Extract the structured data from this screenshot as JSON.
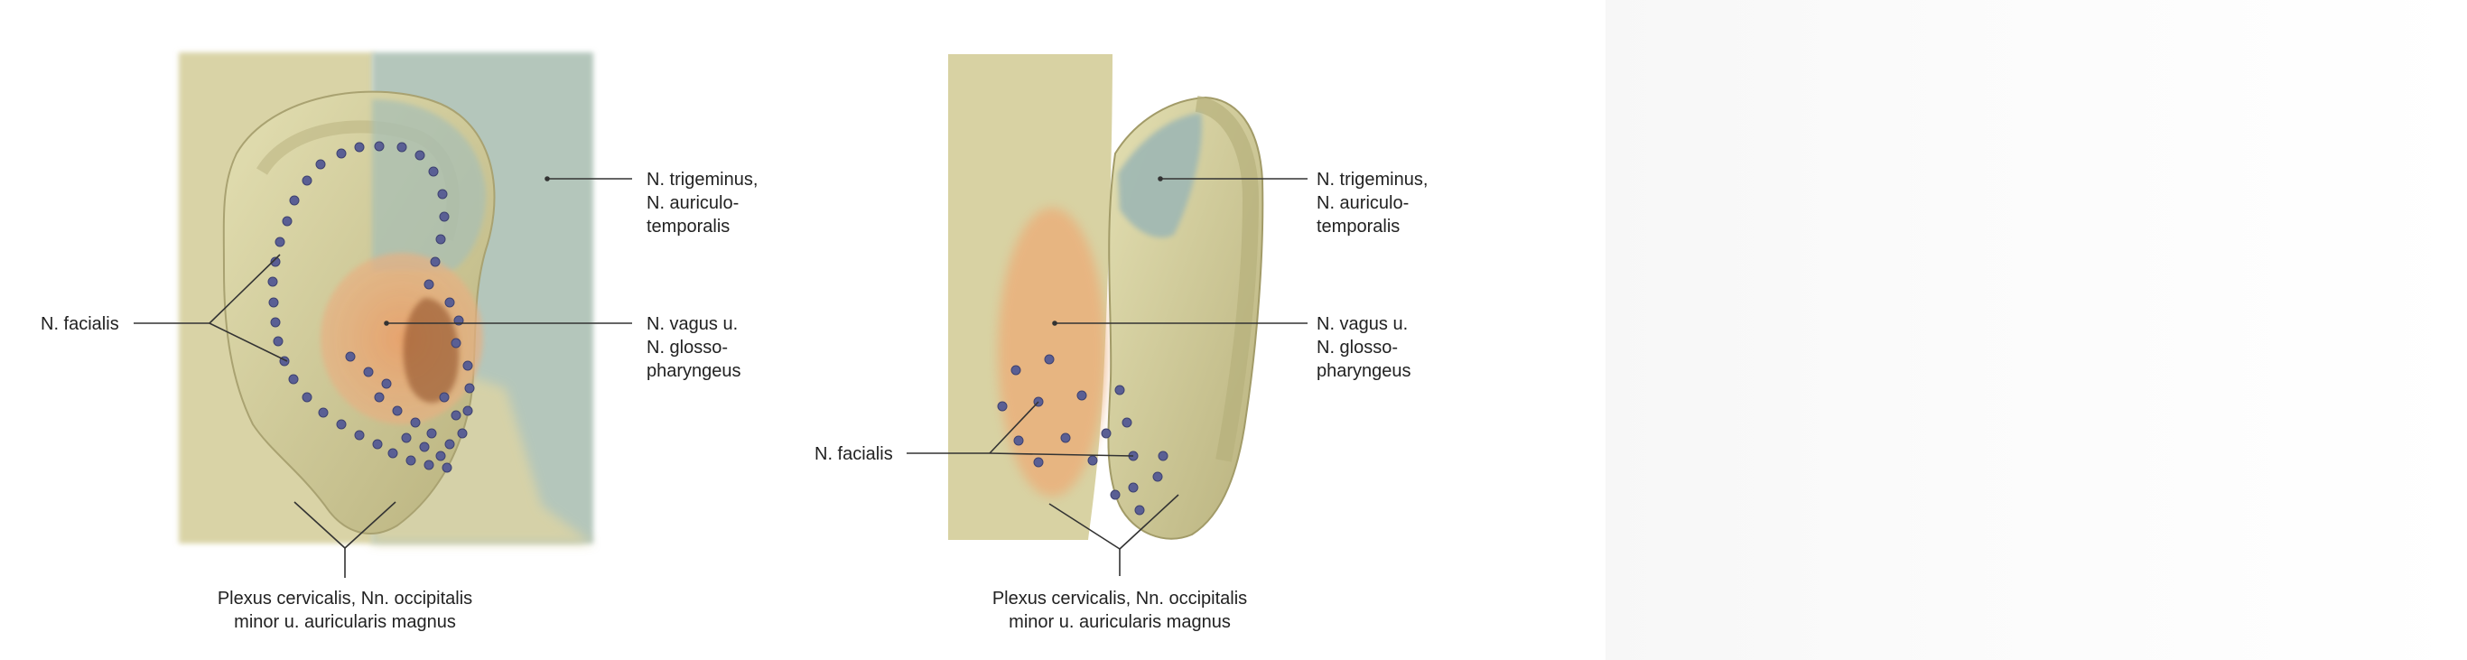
{
  "figure_left": {
    "labels": {
      "trigeminus": [
        "N. trigeminus,",
        "N. auriculo-",
        "temporalis"
      ],
      "vagus": [
        "N. vagus u.",
        "N. glosso-",
        "pharyngeus"
      ],
      "facialis": "N. facialis",
      "plexus": [
        "Plexus cervicalis, Nn. occipitalis",
        "minor u. auricularis magnus"
      ]
    }
  },
  "figure_right": {
    "labels": {
      "trigeminus": [
        "N. trigeminus,",
        "N. auriculo-",
        "temporalis"
      ],
      "vagus": [
        "N. vagus u.",
        "N. glosso-",
        "pharyngeus"
      ],
      "facialis": "N. facialis",
      "plexus": [
        "Plexus cervicalis, Nn. occipitalis",
        "minor u. auricularis magnus"
      ]
    }
  },
  "colors": {
    "cervical_region": "#d9d3a6",
    "trigeminal_region": "#aec2b8",
    "vagus_region": "#e8a874",
    "ear_skin": "#d8d3a0",
    "facial_dots": "#5a5f94",
    "leader_line": "#333333"
  }
}
